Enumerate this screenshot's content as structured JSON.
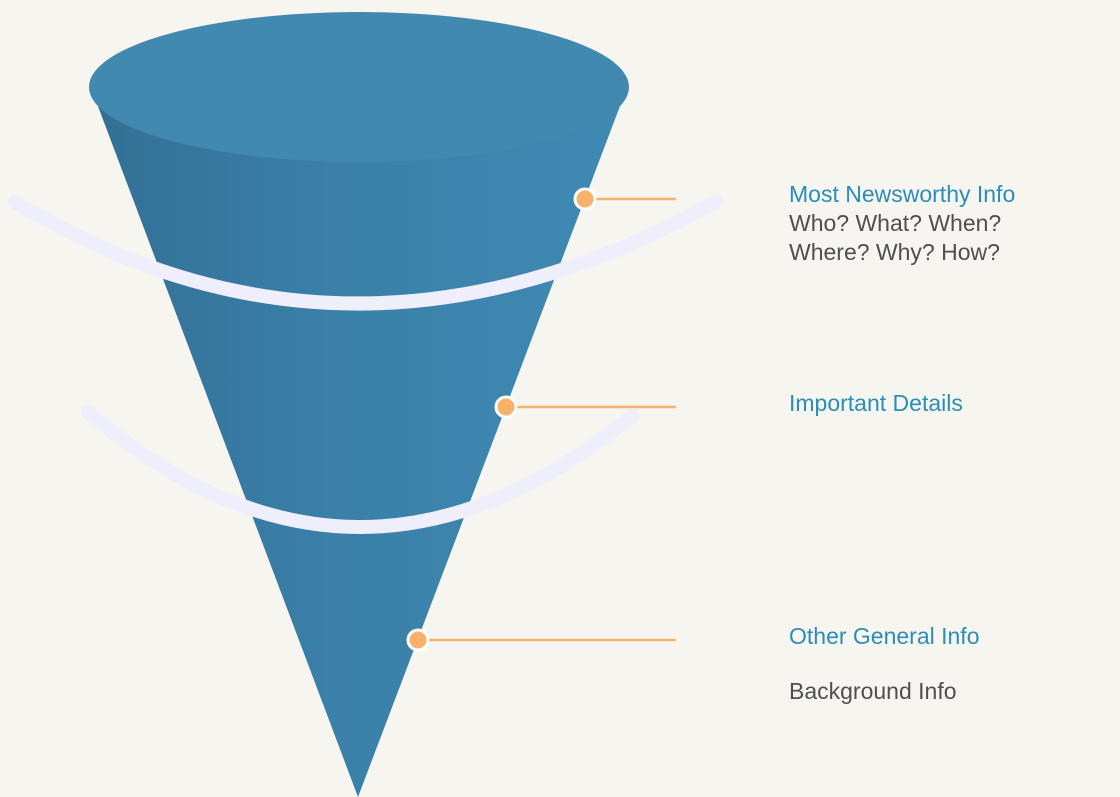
{
  "colors": {
    "background": "#f6f5f0",
    "funnel": "#3a80a8",
    "funnel_top": "#4289b0",
    "band": "#efeefb",
    "connector": "#f6b16a",
    "heading": "#2b8db8",
    "subtext": "#4f4f4f"
  },
  "levels": [
    {
      "heading": "Most Newsworthy Info",
      "lines": [
        "Who? What? When?",
        "Where? Why? How?"
      ]
    },
    {
      "heading": "Important Details",
      "lines": []
    },
    {
      "heading": "Other General Info",
      "lines": [
        "Background Info"
      ]
    }
  ]
}
